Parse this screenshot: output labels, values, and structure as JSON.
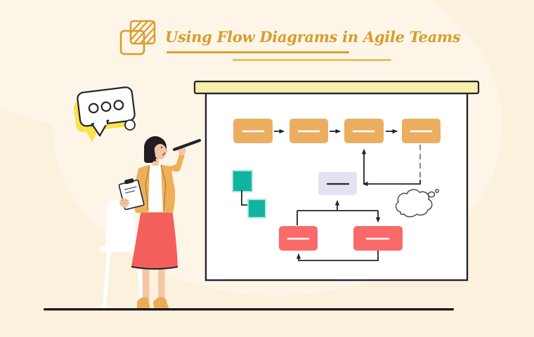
{
  "header": {
    "title": "Using Flow Diagrams in Agile Teams",
    "icon": "overlapping-sticky-notes-icon"
  },
  "illustration": {
    "speech_bubble": {
      "dot_count": 3
    },
    "presenter": "woman with marker and clipboard at whiteboard",
    "decorations": [
      "thought-cloud-doodle",
      "ring-doodle",
      "ground-line"
    ]
  },
  "diagram": {
    "type": "flowchart",
    "nodes": [
      {
        "id": "step-1",
        "shape": "rounded-rect",
        "color": "orange",
        "label": ""
      },
      {
        "id": "step-2",
        "shape": "rounded-rect",
        "color": "orange",
        "label": ""
      },
      {
        "id": "step-3",
        "shape": "rounded-rect",
        "color": "orange",
        "label": ""
      },
      {
        "id": "step-4",
        "shape": "rounded-rect",
        "color": "orange",
        "label": ""
      },
      {
        "id": "review",
        "shape": "rounded-rect",
        "color": "lavender",
        "label": ""
      },
      {
        "id": "task-a",
        "shape": "rounded-rect",
        "color": "red",
        "label": ""
      },
      {
        "id": "task-b",
        "shape": "rounded-rect",
        "color": "red",
        "label": ""
      },
      {
        "id": "sticky-1",
        "shape": "square",
        "color": "teal",
        "label": ""
      },
      {
        "id": "sticky-2",
        "shape": "square",
        "color": "teal",
        "label": ""
      }
    ],
    "edges": [
      {
        "from": "step-1",
        "to": "step-2",
        "style": "arrow-right"
      },
      {
        "from": "step-2",
        "to": "step-3",
        "style": "arrow-right"
      },
      {
        "from": "step-3",
        "to": "step-4",
        "style": "arrow-right"
      },
      {
        "from": "step-4",
        "to": "review",
        "style": "elbow-dashed-then-arrow-left"
      },
      {
        "from": "review-connector",
        "to": "step-3",
        "style": "arrow-up"
      },
      {
        "from": "branch",
        "to": "review",
        "style": "arrow-up"
      },
      {
        "from": "branch",
        "to": "task-a",
        "style": "line-down"
      },
      {
        "from": "branch",
        "to": "task-b",
        "style": "arrow-down"
      },
      {
        "from": "task-b",
        "to": "task-a",
        "style": "loop-arrow-up"
      },
      {
        "from": "sticky-1",
        "to": "sticky-2",
        "style": "elbow-arrow-right"
      }
    ]
  },
  "colors": {
    "bg": "#FBF1DD",
    "blob": "#FDF6E8",
    "gold": "#D99C2E",
    "gold_light": "#EAC15E",
    "ink": "#23232E",
    "rail": "#F8EFA9",
    "node_orange": "#EBAE60",
    "node_red": "#F96A68",
    "node_teal": "#0FB5A1",
    "teal_edge": "#B5E6DE",
    "node_lavender": "#E5E1F0",
    "gray_dash": "#8F8F8F",
    "bubble_yellow": "#FBE14B",
    "jacket": "#EDB059",
    "skin": "#F4C6A4",
    "skirt": "#F55F5B",
    "shoe": "#E9AE55",
    "hair": "#211D23",
    "doodle_gray": "#4A4A4A",
    "ground": "#161616"
  }
}
